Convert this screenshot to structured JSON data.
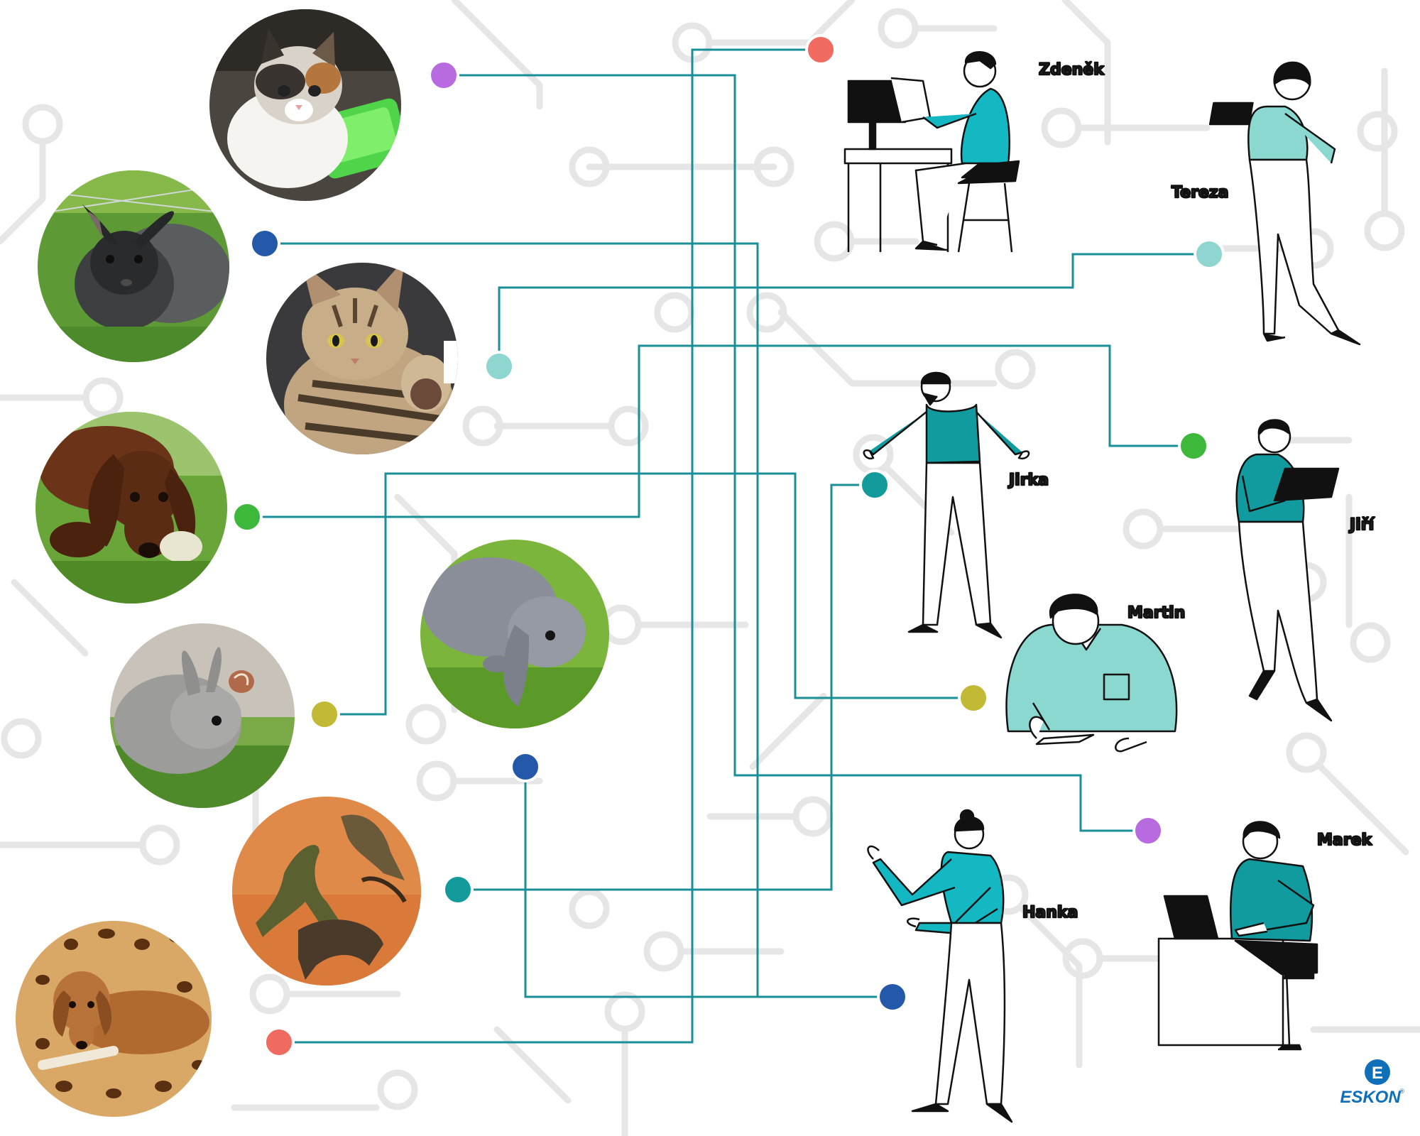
{
  "colors": {
    "wire": "#1a8f98",
    "circuit": "#e6e6e6",
    "teal": "#13b8c2",
    "teal_light": "#8ad8cf",
    "teal_dark": "#119b9e",
    "logo": "#0f6fb8"
  },
  "people": [
    {
      "id": "zdenek",
      "name": "Zdeněk"
    },
    {
      "id": "tereza",
      "name": "Tereza"
    },
    {
      "id": "jirka",
      "name": "Jirka"
    },
    {
      "id": "jiri",
      "name": "Jiří"
    },
    {
      "id": "martin",
      "name": "Martin"
    },
    {
      "id": "marek",
      "name": "Marek"
    },
    {
      "id": "hanka",
      "name": "Hanka"
    }
  ],
  "pets": [
    {
      "id": "calico-kitten",
      "subject": "calico kitten"
    },
    {
      "id": "black-rabbit",
      "subject": "black fluffy rabbit"
    },
    {
      "id": "tabby-cat",
      "subject": "tabby cat"
    },
    {
      "id": "brown-dachshund",
      "subject": "long-haired brown dachshund"
    },
    {
      "id": "grey-rabbit",
      "subject": "grey rabbit"
    },
    {
      "id": "lop-rabbit",
      "subject": "lop-eared rabbit"
    },
    {
      "id": "toy-dinosaurs",
      "subject": "toy dinosaurs"
    },
    {
      "id": "red-dachshund",
      "subject": "red dachshund on leopard blanket"
    }
  ],
  "connections": [
    {
      "pet": "calico-kitten",
      "person": "marek",
      "color": "#b86be0"
    },
    {
      "pet": "black-rabbit",
      "person": "hanka",
      "color": "#2458a8"
    },
    {
      "pet": "tabby-cat",
      "person": "tereza",
      "color": "#8fd6d0"
    },
    {
      "pet": "brown-dachshund",
      "person": "jiri",
      "color": "#3db83a"
    },
    {
      "pet": "grey-rabbit",
      "person": "martin",
      "color": "#c2b935"
    },
    {
      "pet": "lop-rabbit",
      "person": "hanka",
      "color": "#2458a8"
    },
    {
      "pet": "toy-dinosaurs",
      "person": "jirka",
      "color": "#139a9b"
    },
    {
      "pet": "red-dachshund",
      "person": "zdenek",
      "color": "#f06a60"
    }
  ],
  "logo": {
    "letter": "E",
    "text": "ESKON",
    "mark": "®"
  }
}
